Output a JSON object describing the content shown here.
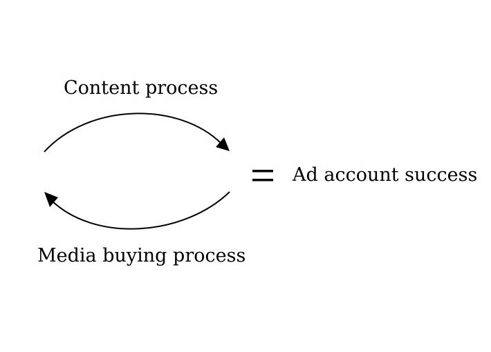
{
  "diagram": {
    "top_label": "Content process",
    "bottom_label": "Media buying process",
    "equals_sign": "=",
    "result_label": "Ad account success"
  },
  "colors": {
    "ink": "#000000",
    "background": "#ffffff"
  }
}
